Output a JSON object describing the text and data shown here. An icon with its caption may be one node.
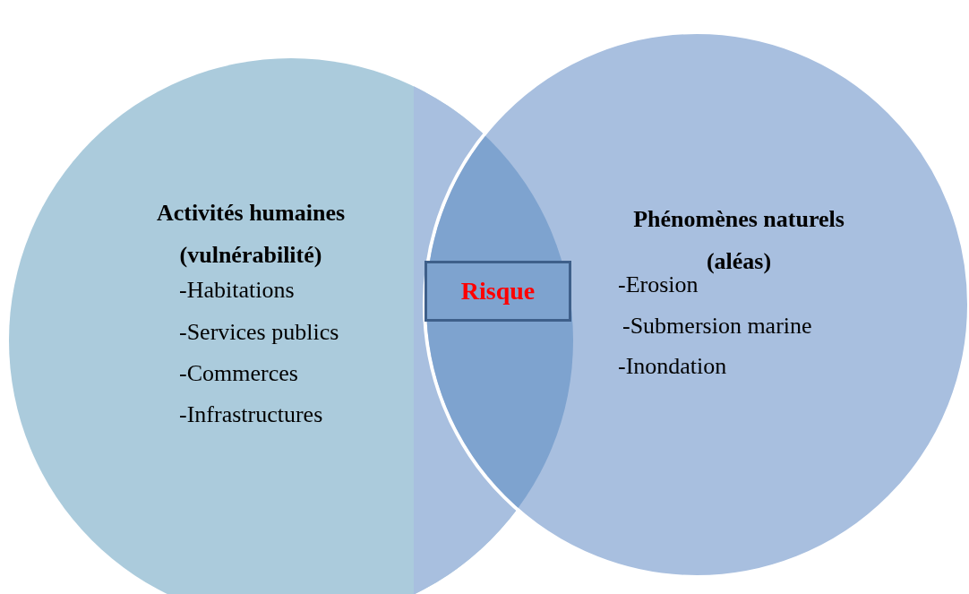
{
  "diagram": {
    "nodes": [
      {
        "text": [
          "Activités humaines (vulnérabilité)",
          "-Habitations",
          "-Services publics",
          "-Commerces",
          "-Infrastructures"
        ]
      },
      {
        "text": [
          "Phénomènes naturels (aléas)",
          "-Erosion",
          "-Submersion marine",
          "-Inondation"
        ]
      },
      {
        "text": [
          "Risque"
        ]
      }
    ]
  }
}
